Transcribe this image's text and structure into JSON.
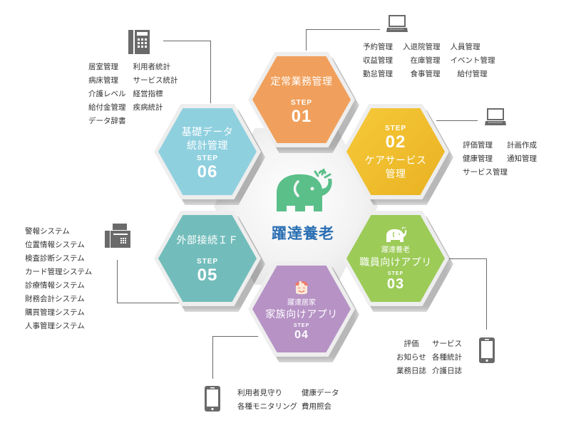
{
  "colors": {
    "step01": "#f0a05c",
    "step02": "#f2bd2a",
    "step03": "#9ccb58",
    "step04": "#b692c5",
    "step05": "#72bdbb",
    "step06": "#8fd0df",
    "logo_green": "#5bbf8a",
    "logo_text": "#2a6fb3",
    "line": "#6a6a6a",
    "icon": "#6a6a6a"
  },
  "center": {
    "icon": "elephant-logo-icon",
    "name": "躍達養老"
  },
  "steps": [
    {
      "step_label": "STEP",
      "number": "01",
      "title": "定常業務管理",
      "device_icon": "laptop-icon",
      "features": [
        "予約管理",
        "入退院管理",
        "人員管理",
        "収益管理",
        "在庫管理",
        "イベント管理",
        "勤怠管理",
        "食事管理",
        "給付管理"
      ]
    },
    {
      "step_label": "STEP",
      "number": "02",
      "title_line1": "ケアサービス",
      "title_line2": "管理",
      "device_icon": "laptop-icon",
      "features": [
        "評価管理",
        "計画作成",
        "健康管理",
        "通知管理",
        "サービス管理"
      ]
    },
    {
      "step_label": "STEP",
      "number": "03",
      "brand": "躍達養老",
      "title": "職員向けアプリ",
      "device_icon": "smartphone-icon",
      "features": [
        "評価",
        "サービス",
        "お知らせ",
        "各種統計",
        "業務日誌",
        "介護日誌"
      ]
    },
    {
      "step_label": "STEP",
      "number": "04",
      "brand": "躍達居家",
      "title": "家族向けアプリ",
      "device_icon": "smartphone-icon",
      "features": [
        "利用者見守り",
        "健康データ",
        "各種モニタリング",
        "費用照会"
      ]
    },
    {
      "step_label": "STEP",
      "number": "05",
      "title": "外部接続ＩＦ",
      "device_icon": "fax-icon",
      "features": [
        "警報システム",
        "位置情報システム",
        "検査診断システム",
        "カード管理システム",
        "診療情報システム",
        "財務会計システム",
        "購買管理システム",
        "人事管理システム"
      ]
    },
    {
      "step_label": "STEP",
      "number": "06",
      "title_line1": "基礎データ",
      "title_line2": "統計管理",
      "device_icon": "desk-phone-icon",
      "features": [
        "居室管理",
        "利用者統計",
        "病床管理",
        "サービス統計",
        "介護レベル",
        "経営指標",
        "給付金管理",
        "疾病統計",
        "データ辞書"
      ]
    }
  ]
}
